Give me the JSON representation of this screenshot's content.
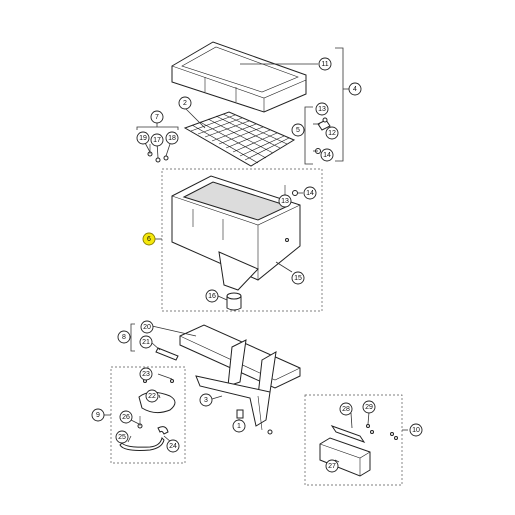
{
  "diagram": {
    "highlight_color": "#f5e80c",
    "callouts": [
      {
        "id": "c11",
        "label": "11",
        "highlighted": false
      },
      {
        "id": "c4",
        "label": "4",
        "highlighted": false
      },
      {
        "id": "c2",
        "label": "2",
        "highlighted": false
      },
      {
        "id": "c7",
        "label": "7",
        "highlighted": false
      },
      {
        "id": "c19",
        "label": "19",
        "highlighted": false
      },
      {
        "id": "c17",
        "label": "17",
        "highlighted": false
      },
      {
        "id": "c18",
        "label": "18",
        "highlighted": false
      },
      {
        "id": "c13a",
        "label": "13",
        "highlighted": false
      },
      {
        "id": "c5",
        "label": "5",
        "highlighted": false
      },
      {
        "id": "c12",
        "label": "12",
        "highlighted": false
      },
      {
        "id": "c14a",
        "label": "14",
        "highlighted": false
      },
      {
        "id": "c14b",
        "label": "14",
        "highlighted": false
      },
      {
        "id": "c13b",
        "label": "13",
        "highlighted": false
      },
      {
        "id": "c6",
        "label": "6",
        "highlighted": true
      },
      {
        "id": "c15",
        "label": "15",
        "highlighted": false
      },
      {
        "id": "c16",
        "label": "16",
        "highlighted": false
      },
      {
        "id": "c8",
        "label": "8",
        "highlighted": false
      },
      {
        "id": "c20",
        "label": "20",
        "highlighted": false
      },
      {
        "id": "c21",
        "label": "21",
        "highlighted": false
      },
      {
        "id": "c3",
        "label": "3",
        "highlighted": false
      },
      {
        "id": "c1",
        "label": "1",
        "highlighted": false
      },
      {
        "id": "c23",
        "label": "23",
        "highlighted": false
      },
      {
        "id": "c22",
        "label": "22",
        "highlighted": false
      },
      {
        "id": "c9",
        "label": "9",
        "highlighted": false
      },
      {
        "id": "c26",
        "label": "26",
        "highlighted": false
      },
      {
        "id": "c25",
        "label": "25",
        "highlighted": false
      },
      {
        "id": "c24",
        "label": "24",
        "highlighted": false
      },
      {
        "id": "c28",
        "label": "28",
        "highlighted": false
      },
      {
        "id": "c29",
        "label": "29",
        "highlighted": false
      },
      {
        "id": "c10",
        "label": "10",
        "highlighted": false
      },
      {
        "id": "c27",
        "label": "27",
        "highlighted": false
      }
    ]
  }
}
